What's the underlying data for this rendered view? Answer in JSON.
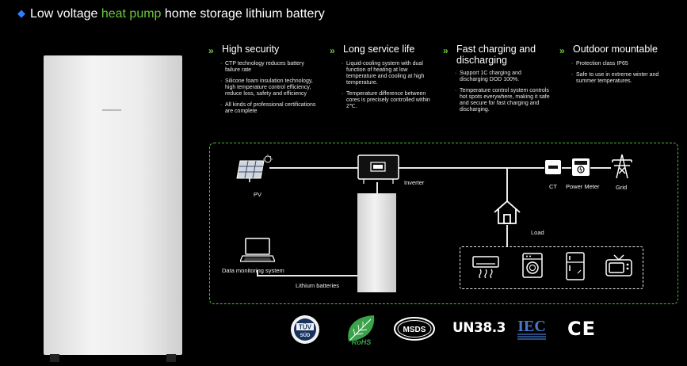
{
  "header": {
    "prefix": "Low voltage ",
    "highlight": "heat pump",
    "suffix": " home storage lithium battery"
  },
  "colors": {
    "accent_green": "#6cc93a",
    "bullet_blue": "#2f7fff",
    "background": "#000000"
  },
  "features": [
    {
      "title": "High security",
      "bullets": [
        "CTP technology reduces battery failure rate",
        "Silicone foam insulation technology, high temperature control efficiency, reduce loss, safety and efficiency",
        "All kinds of professional certifications are complete"
      ]
    },
    {
      "title": "Long service life",
      "bullets": [
        "Liquid-cooling system with dual function of heating at low temperature and cooling at high temperature.",
        "Temperature difference between cores is precisely controlled within 2℃."
      ]
    },
    {
      "title": "Fast charging and discharging",
      "bullets": [
        "Support 1C charging and discharging DOD 100%.",
        "Temperature control system controls hot spots everywhere, making it safe and secure for fast charging and discharging."
      ]
    },
    {
      "title": "Outdoor mountable",
      "bullets": [
        "Protection class IP65",
        "Safe to use in extreme winter and summer temperatures."
      ]
    }
  ],
  "diagram": {
    "pv": "PV",
    "inverter": "Inverter",
    "ct": "CT",
    "power_meter": "Power Meter",
    "grid": "Grid",
    "load": "Load",
    "data_monitoring": "Data monitoring system",
    "lithium_batteries": "Lithium batteries"
  },
  "certifications": {
    "tuv": "TÜV",
    "tuv_sub": "SÜD",
    "rohs": "RoHS",
    "msds": "MSDS",
    "un": "UN38.3",
    "iec": "IEC",
    "ce": "CE"
  }
}
